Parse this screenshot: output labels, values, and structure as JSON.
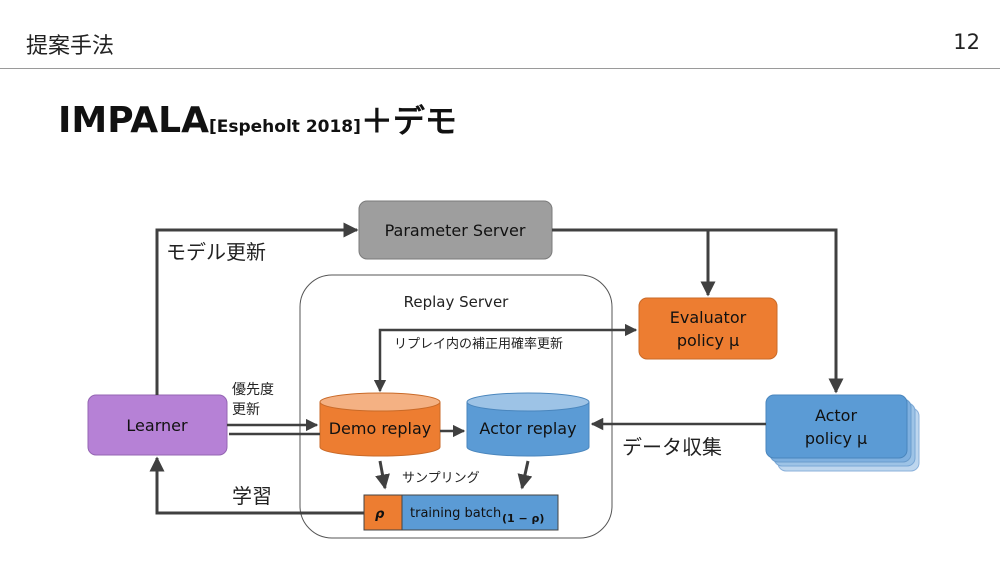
{
  "header": {
    "section_title": "提案手法",
    "page_number": "12"
  },
  "title": {
    "main": "IMPALA",
    "citation": "[Espeholt 2018]",
    "suffix": "＋デモ"
  },
  "diagram": {
    "parameter_server": "Parameter Server",
    "replay_server": "Replay Server",
    "evaluator_line1": "Evaluator",
    "evaluator_line2": "policy μ",
    "learner": "Learner",
    "demo_replay": "Demo replay",
    "actor_replay": "Actor replay",
    "actor_line1": "Actor",
    "actor_line2": "policy μ",
    "training_batch": "training batch",
    "rho": "ρ",
    "one_minus_rho": "(1 − ρ)",
    "labels": {
      "model_update": "モデル更新",
      "correction_update": "リプレイ内の補正用確率更新",
      "priority_update_line1": "優先度",
      "priority_update_line2": "更新",
      "data_collection": "データ収集",
      "sampling": "サンプリング",
      "learning": "学習"
    },
    "colors": {
      "parameter_server": "#9e9e9e",
      "evaluator": "#ed7d31",
      "learner": "#b681d6",
      "demo_replay": "#ed7d31",
      "actor_replay": "#5b9bd5",
      "actor": "#5b9bd5",
      "rho_segment": "#ed7d31",
      "batch_segment": "#5b9bd5",
      "arrow": "#404040"
    }
  }
}
